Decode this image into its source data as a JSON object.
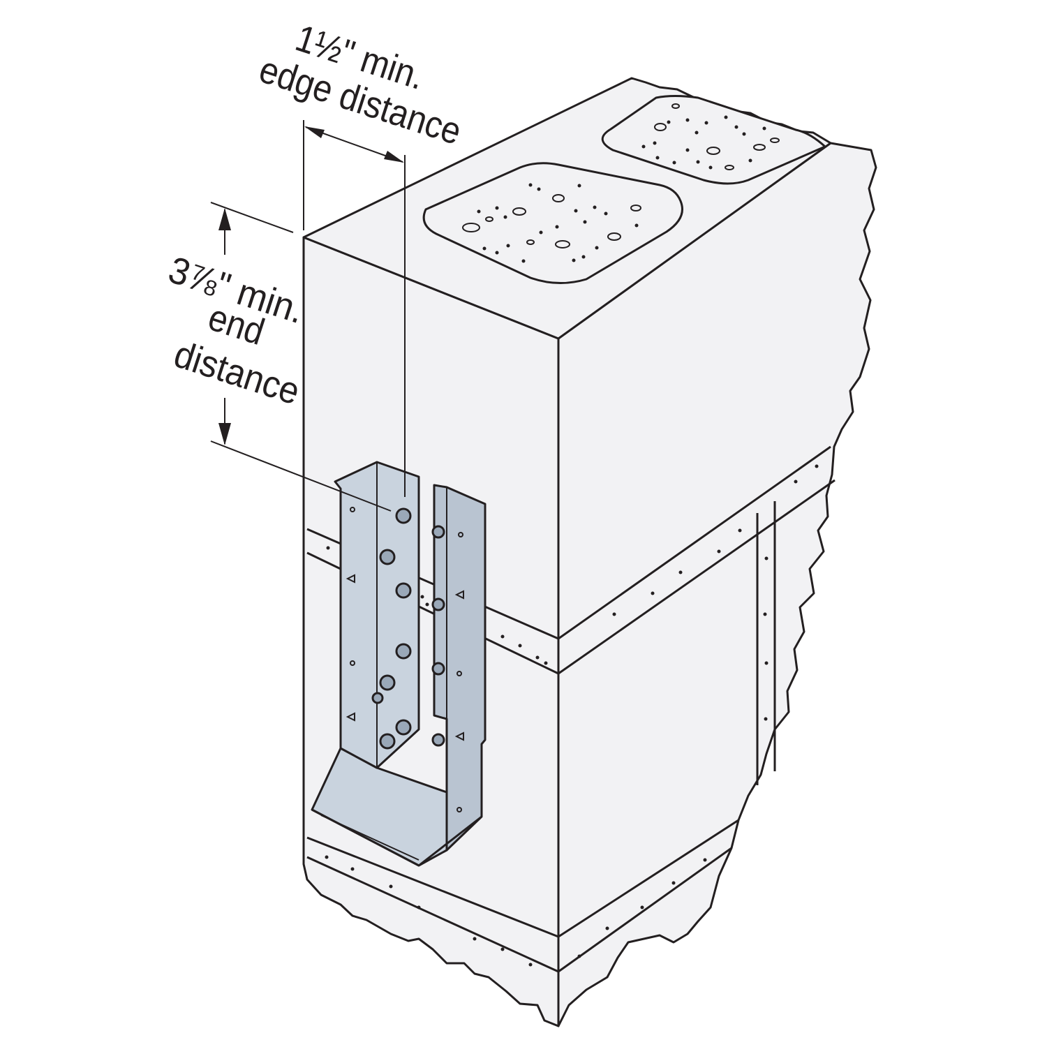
{
  "colors": {
    "ink": "#231f20",
    "block_face": "#f2f2f4",
    "hanger_metal": "#c9d3de",
    "background": "#ffffff"
  },
  "dimensions": {
    "edge": {
      "value_line": "1½\" min.",
      "caption_line": "edge distance"
    },
    "end": {
      "value_line": "3⅞\" min.",
      "caption_line1": "end",
      "caption_line2": "distance"
    }
  }
}
